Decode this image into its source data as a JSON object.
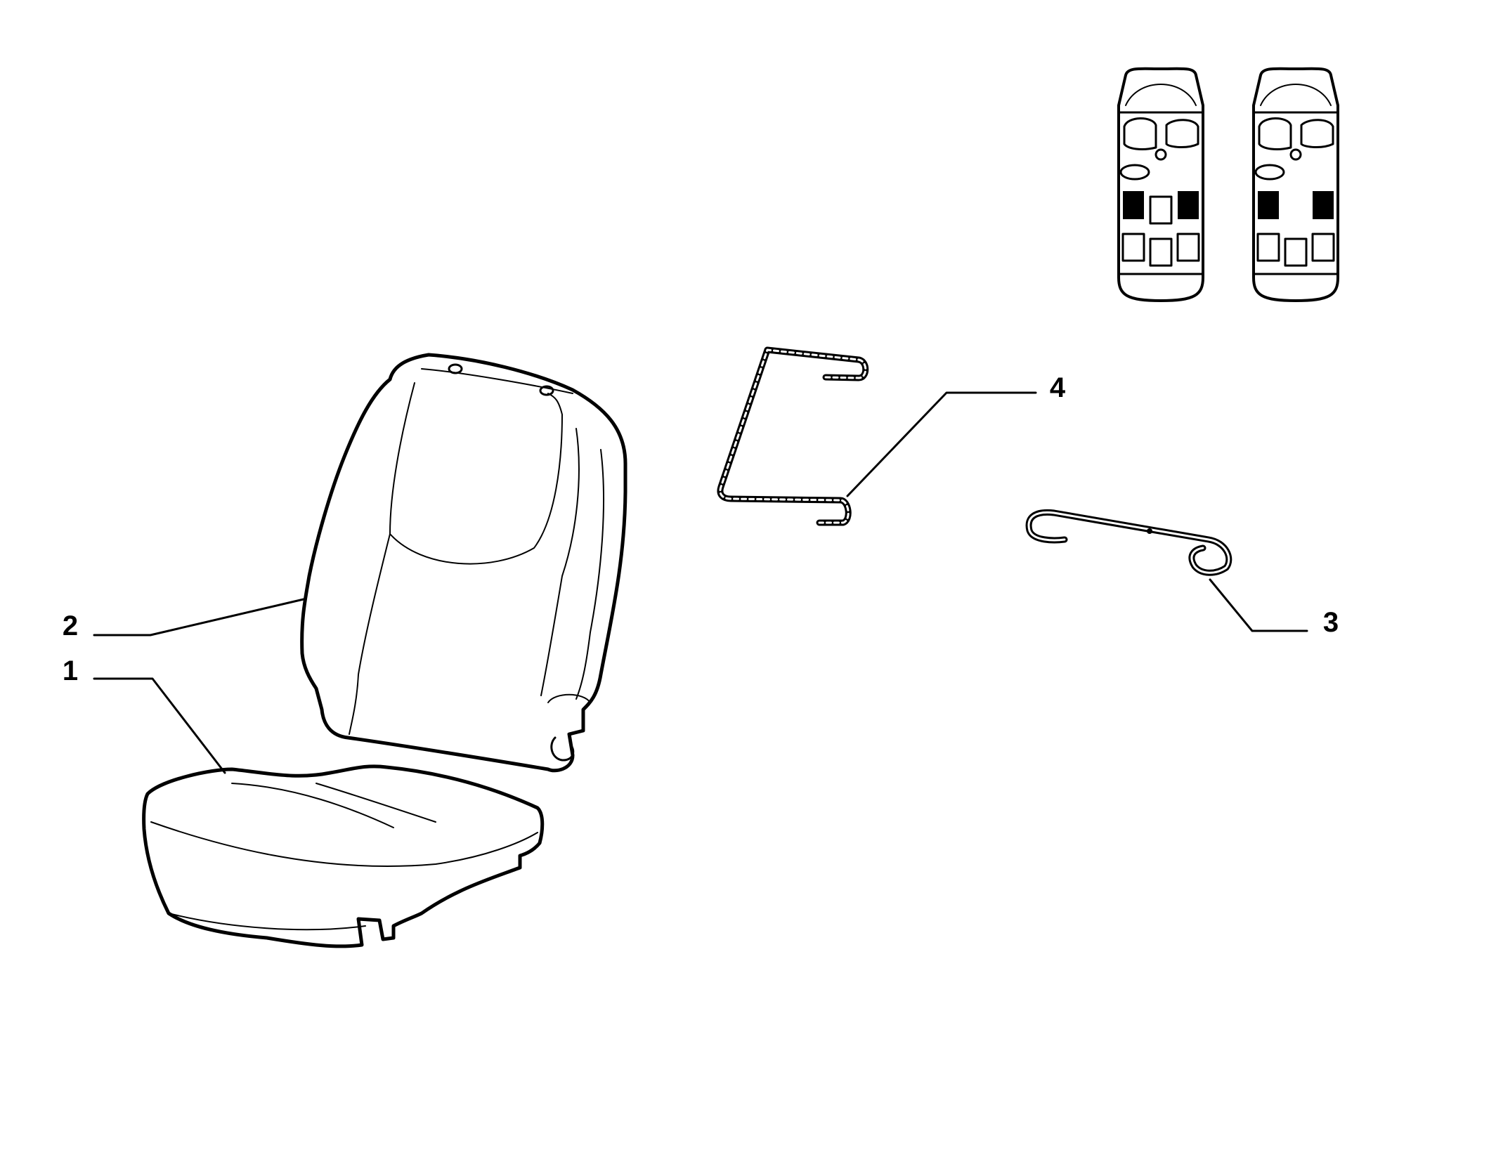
{
  "callouts": [
    {
      "id": "1",
      "label": "1",
      "part": "seat-cushion"
    },
    {
      "id": "2",
      "label": "2",
      "part": "seat-backrest"
    },
    {
      "id": "3",
      "label": "3",
      "part": "small-wire-hook"
    },
    {
      "id": "4",
      "label": "4",
      "part": "wire-frame"
    }
  ],
  "position_key": {
    "maps": [
      {
        "id": "left",
        "highlighted_seats": [
          "front-left-outer",
          "front-right-outer"
        ],
        "middle_front_present": true
      },
      {
        "id": "right",
        "highlighted_seats": [
          "front-left-outer",
          "front-right-outer"
        ],
        "middle_front_present": false
      }
    ]
  },
  "colors": {
    "ink": "#000000",
    "background": "#ffffff",
    "highlight": "#000000"
  }
}
